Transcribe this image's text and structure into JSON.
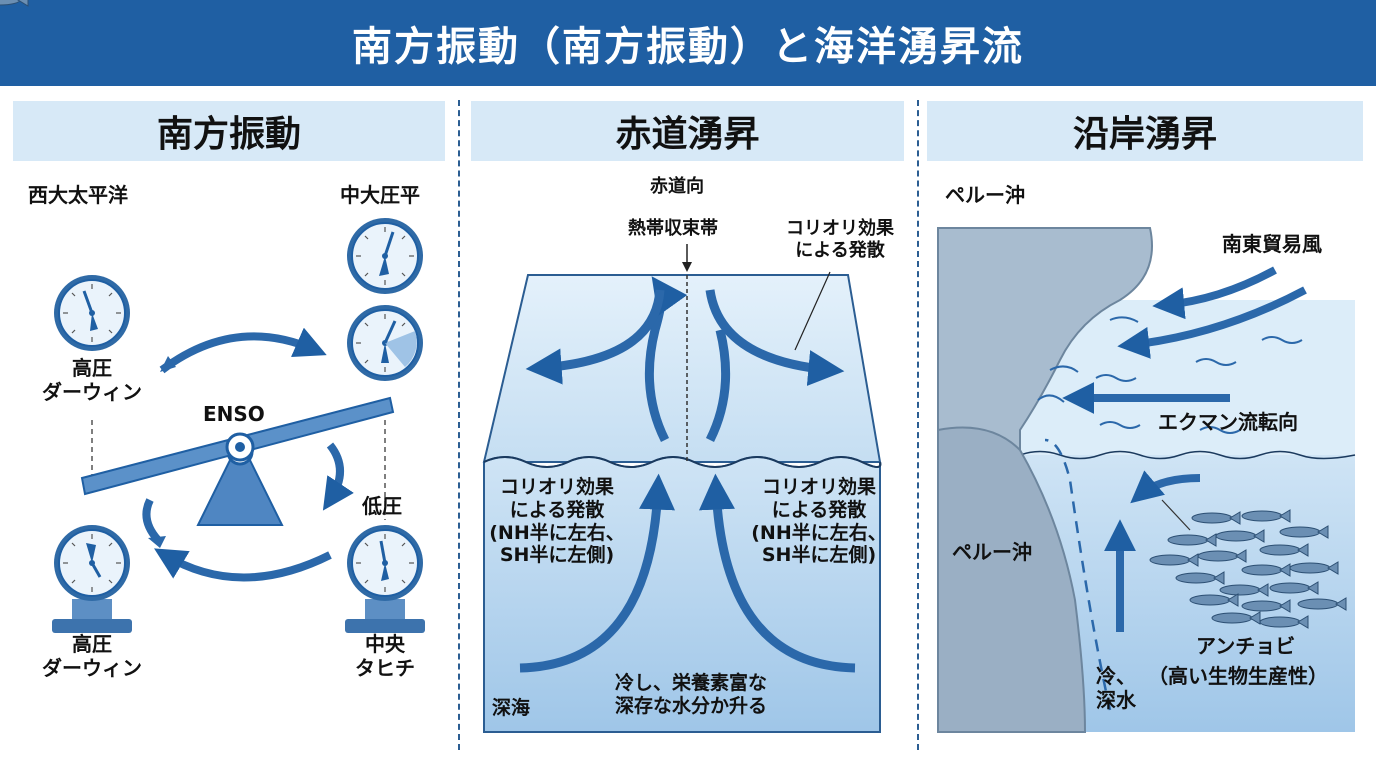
{
  "title": "南方振動（南方振動）と海洋湧昇流",
  "panels": {
    "enso": {
      "heading": "南方振動",
      "west_pacific": "西大太平洋",
      "central_pacific": "中大圧平",
      "high_pressure_1": "高圧",
      "darwin_1": "ダーウィン",
      "enso": "ENSO",
      "low_pressure": "低圧",
      "high_pressure_2": "高圧",
      "darwin_2": "ダーウィン",
      "central": "中央",
      "tahiti": "タヒチ"
    },
    "equatorial": {
      "heading": "赤道湧昇",
      "equator_dir": "赤道向",
      "itcz": "熱帯収束帯",
      "coriolis_top_1": "コリオリ効果",
      "coriolis_top_2": "による発散",
      "left_1": "コリオリ効果",
      "left_2": "による発散",
      "left_3": "(NH半に左右、",
      "left_4": "SH半に左側)",
      "right_1": "コリオリ効果",
      "right_2": "による発散",
      "right_3": "(NH半に左右、",
      "right_4": "SH半に左側)",
      "deep_sea": "深海",
      "rise_1": "冷し、栄養素富な",
      "rise_2": "深存な水分か升る"
    },
    "coastal": {
      "heading": "沿岸湧昇",
      "peru_offshore": "ペルー沖",
      "trade_wind": "南東貿易風",
      "ekman": "エクマン流転向",
      "peru_coast": "ペルー沖",
      "anchovy": "アンチョビ",
      "productivity": "（高い生物生産性）",
      "cold": "冷、",
      "deep_water": "深水"
    }
  }
}
